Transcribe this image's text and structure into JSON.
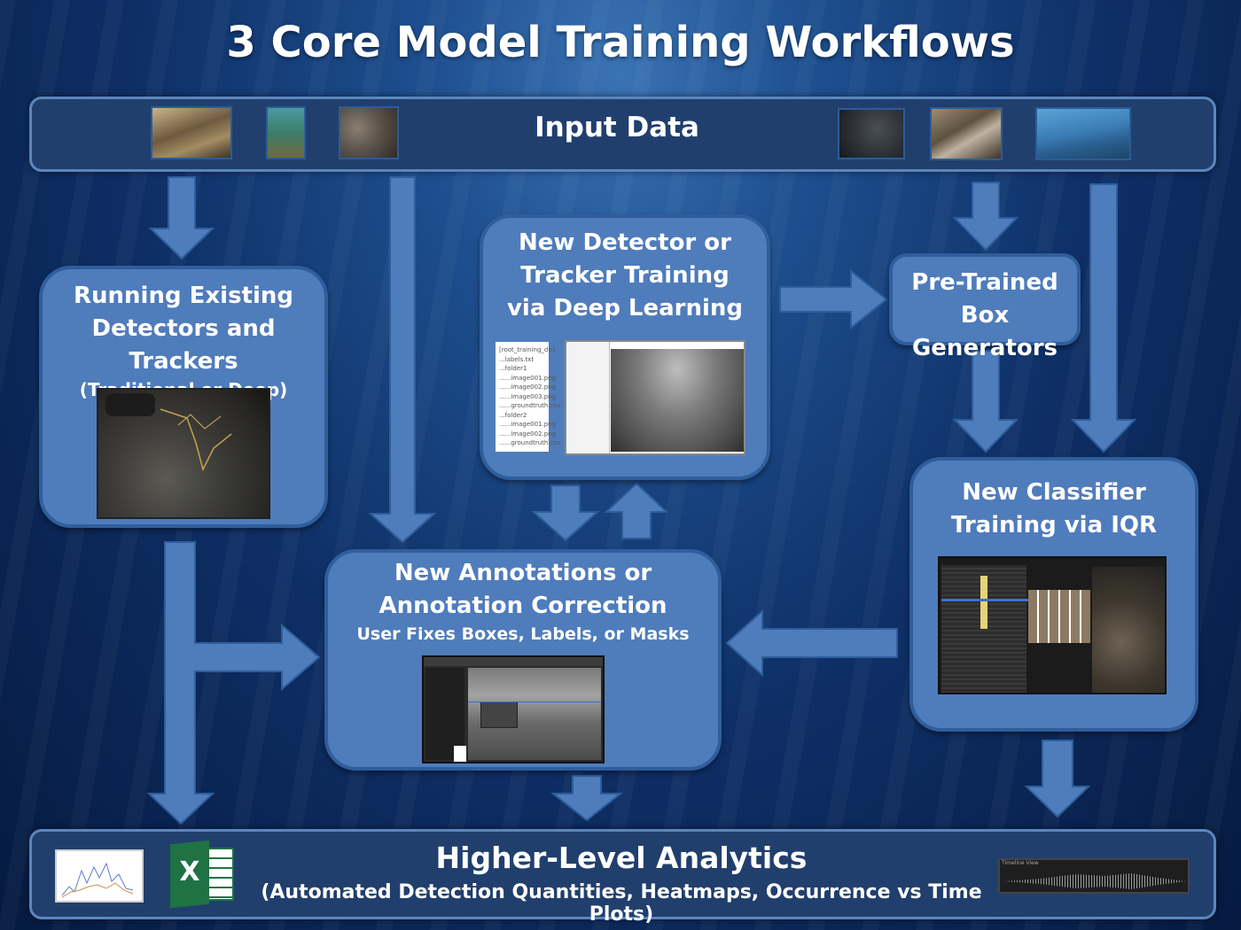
{
  "title": "3 Core Model Training Workflows",
  "input_bar": {
    "label": "Input Data"
  },
  "boxes": {
    "running_existing": {
      "line1": "Running Existing",
      "line2": "Detectors and Trackers",
      "sub": "(Traditional or Deep)"
    },
    "new_detector": {
      "line1": "New Detector or",
      "line2": "Tracker Training",
      "line3": "via Deep Learning"
    },
    "pretrained": {
      "line1": "Pre-Trained Box",
      "line2": "Generators"
    },
    "new_annotations": {
      "line1": "New Annotations or",
      "line2": "Annotation Correction",
      "sub": "User Fixes Boxes, Labels, or Masks"
    },
    "new_classifier": {
      "line1": "New Classifier",
      "line2": "Training via IQR"
    }
  },
  "analytics_bar": {
    "title": "Higher-Level Analytics",
    "subtitle": "(Automated Detection Quantities, Heatmaps, Occurrence vs Time Plots)",
    "excel_letter": "X",
    "timeline_label": "Timeline View"
  },
  "file_tree": [
    "[root_training_dir]",
    "...labels.txt",
    "...folder1",
    "......image001.png",
    "......image002.png",
    "......image003.png",
    "......groundtruth.csv",
    "...folder2",
    "......image001.png",
    "......image002.png",
    "......groundtruth.csv"
  ],
  "colors": {
    "box_fill": "#4f7cbb",
    "box_border": "#2f5e9d",
    "bar_fill": "#213f6d",
    "excel_green": "#1f7244"
  }
}
